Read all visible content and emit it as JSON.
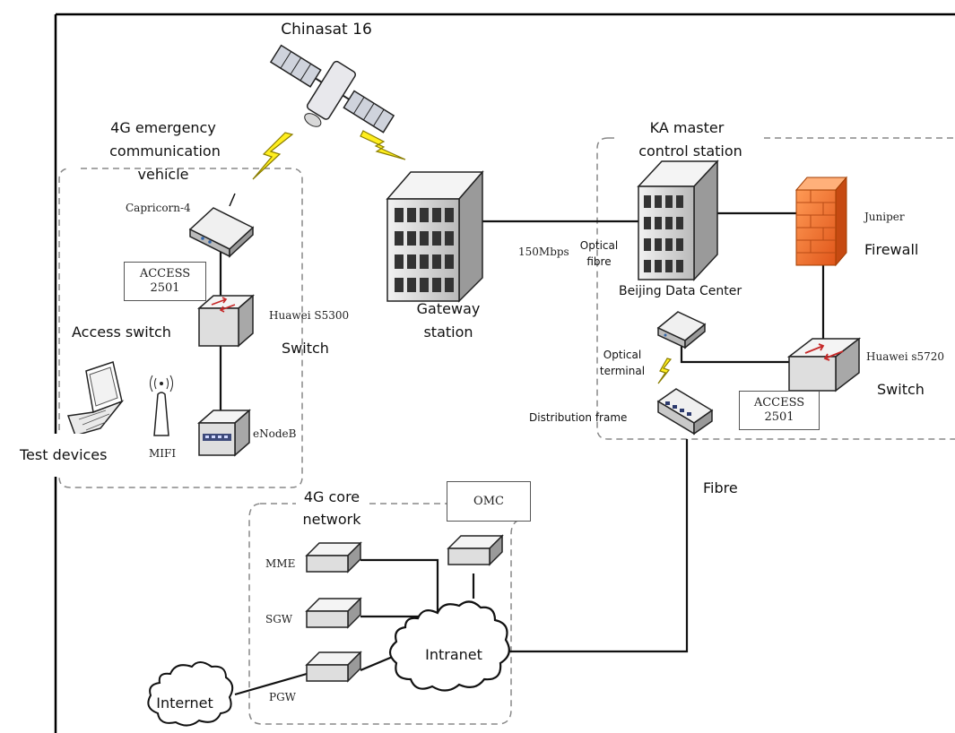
{
  "satellite": {
    "name": "Chinasat 16"
  },
  "vehicle": {
    "title_lines": [
      "4G emergency",
      "communication",
      "vehicle"
    ],
    "terminal": "Capricorn-4",
    "access_label": [
      "ACCESS",
      "2501"
    ],
    "access_switch": "Access switch",
    "switch_model": "Huawei S5300",
    "switch_label": "Switch",
    "enodeb": "eNodeB",
    "mifi": "MIFI",
    "test_devices": "Test devices"
  },
  "gateway": {
    "lines": [
      "Gateway",
      "station"
    ]
  },
  "link": {
    "speed": "150Mbps",
    "optical_lines": [
      "Optical",
      "fibre"
    ]
  },
  "master": {
    "title_lines": [
      "KA master",
      "control station"
    ],
    "firewall_vendor": "Juniper",
    "firewall": "Firewall",
    "data_center": "Beijing Data Center",
    "optical_terminal_lines": [
      "Optical",
      "terminal"
    ],
    "distribution_frame": "Distribution frame",
    "switch_model": "Huawei s5720",
    "switch_label": "Switch",
    "access_label": [
      "ACCESS",
      "2501"
    ]
  },
  "fibre": "Fibre",
  "core": {
    "title_lines": [
      "4G core",
      "network"
    ],
    "omc": "OMC",
    "mme": "MME",
    "sgw": "SGW",
    "pgw": "PGW",
    "intranet": "Intranet",
    "internet": "Internet"
  }
}
